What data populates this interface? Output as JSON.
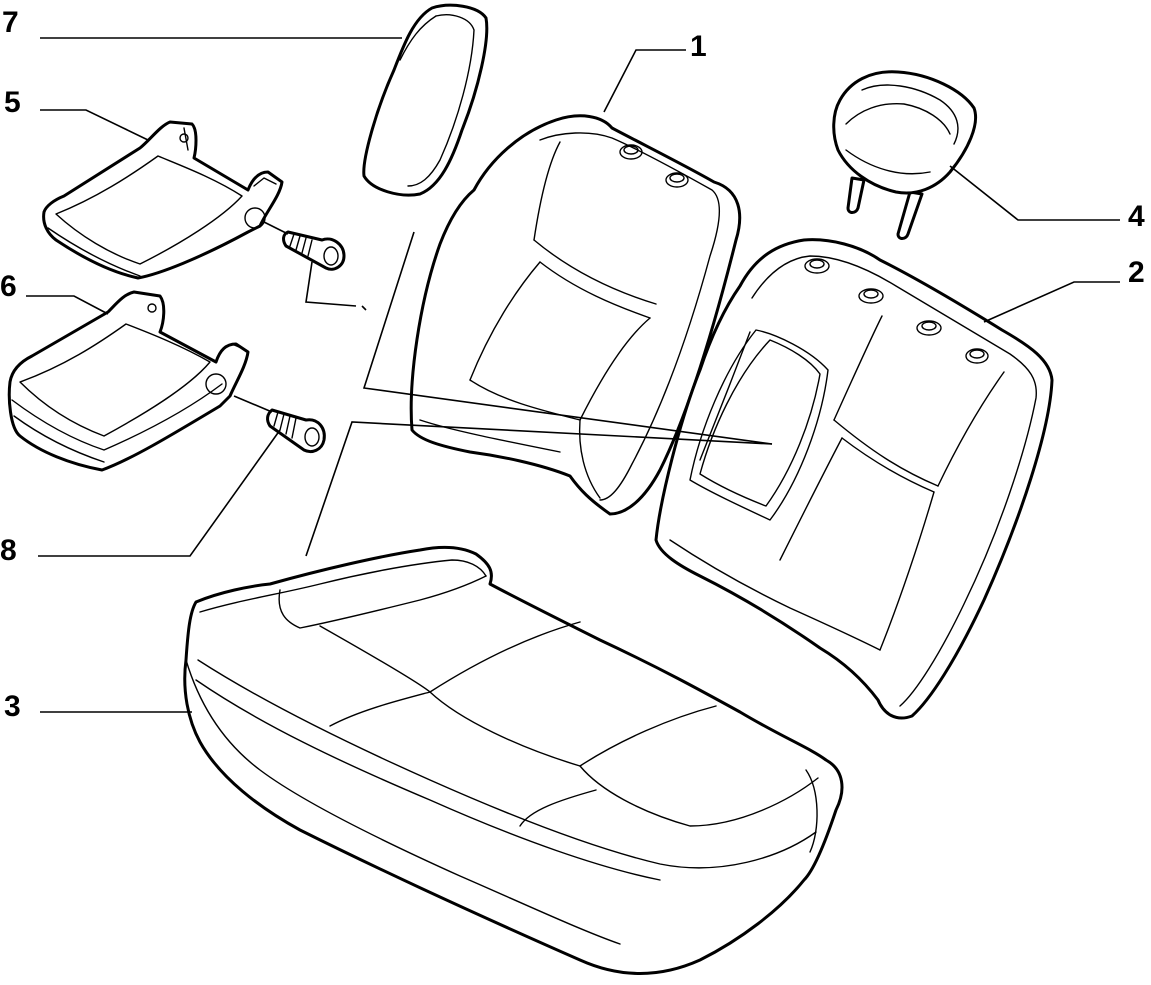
{
  "diagram": {
    "parts": [
      {
        "id": "part-1",
        "callout": "1"
      },
      {
        "id": "part-2",
        "callout": "2"
      },
      {
        "id": "part-3",
        "callout": "3"
      },
      {
        "id": "part-4",
        "callout": "4"
      },
      {
        "id": "part-5",
        "callout": "5"
      },
      {
        "id": "part-6",
        "callout": "6"
      },
      {
        "id": "part-7",
        "callout": "7"
      },
      {
        "id": "part-8",
        "callout": "8"
      }
    ],
    "colors": {
      "line": "#000000",
      "background": "#ffffff"
    }
  }
}
